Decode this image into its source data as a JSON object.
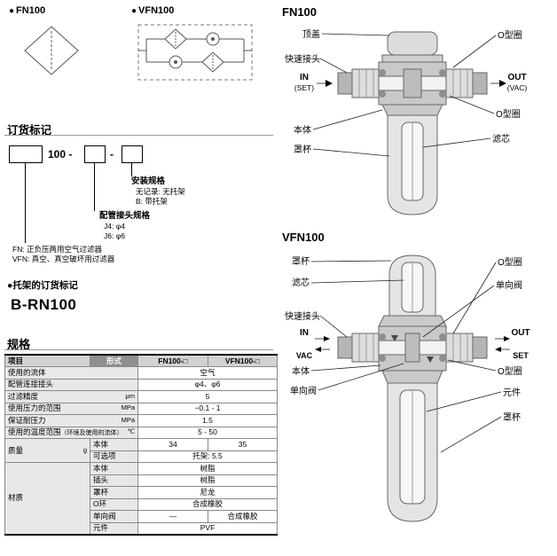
{
  "glyphs": {
    "bullet": "●"
  },
  "symbols": {
    "fn": {
      "label": "FN100"
    },
    "vfn": {
      "label": "VFN100"
    }
  },
  "ordering": {
    "title": "订货标记",
    "base_code": "100 -",
    "separator": "-",
    "mount": {
      "title": "安装规格",
      "options": [
        "无记录: 无托架",
        "B: 带托架"
      ]
    },
    "fitting": {
      "title": "配管接头规格",
      "options": [
        "J4:  φ4",
        "J6:  φ6"
      ]
    },
    "series": {
      "options": [
        "FN: 正负压两用空气过滤器",
        "VFN: 真空、真空破坏用过滤器"
      ]
    },
    "bracket": {
      "title": "●托架的订货标记",
      "code": "B-RN100"
    }
  },
  "specs": {
    "title": "规格",
    "header": {
      "item": "项目",
      "model": "形式",
      "fn": "FN100-□",
      "vfn": "VFN100-□"
    },
    "rows": [
      {
        "label": "使用的流体",
        "unit": "",
        "value": "空气"
      },
      {
        "label": "配管连接接头",
        "unit": "",
        "value": "φ4、φ6"
      },
      {
        "label": "过滤精度",
        "unit": "μm",
        "value": "5"
      },
      {
        "label": "使用压力的范围",
        "unit": "MPa",
        "value": "−0.1 - 1"
      },
      {
        "label": "保证耐压力",
        "unit": "MPa",
        "value": "1.5"
      },
      {
        "label": "使用的温度范围",
        "note": "（环境及使用的流体）",
        "unit": "℃",
        "value": "5 - 50"
      }
    ],
    "mass": {
      "label": "质量",
      "unit": "g",
      "rows": [
        {
          "sub": "本体",
          "fn": "34",
          "vfn": "35"
        },
        {
          "sub": "可选项",
          "value": "托架: 5.5"
        }
      ]
    },
    "material": {
      "label": "材质",
      "rows": [
        {
          "sub": "本体",
          "value": "树脂"
        },
        {
          "sub": "插头",
          "value": "树脂"
        },
        {
          "sub": "罩杯",
          "value": "尼龙"
        },
        {
          "sub": "O环",
          "value": "合成橡胶"
        },
        {
          "sub": "单向阀",
          "fn": "—",
          "vfn": "合成橡胶"
        },
        {
          "sub": "元件",
          "value": "PVF"
        }
      ]
    }
  },
  "fn_diagram": {
    "title": "FN100",
    "labels": {
      "top_cover": "顶盖",
      "oring_top": "O型圈",
      "quick_fitting": "快速接头",
      "in": "IN",
      "in_sub": "(SET)",
      "out": "OUT",
      "out_sub": "(VAC)",
      "oring_right": "O型圈",
      "body": "本体",
      "cup": "罩杯",
      "element": "滤芯"
    }
  },
  "vfn_diagram": {
    "title": "VFN100",
    "labels": {
      "cup_top": "罩杯",
      "element_top": "滤芯",
      "oring_top": "O型圈",
      "check_top": "单向阀",
      "quick_fitting": "快速接头",
      "in": "IN",
      "in_sub": "VAC",
      "out": "OUT",
      "out_sub": "SET",
      "body": "本体",
      "oring_right": "O型圈",
      "check_bottom": "单向阀",
      "element_bottom": "元件",
      "cup_bottom": "罩杯"
    }
  }
}
